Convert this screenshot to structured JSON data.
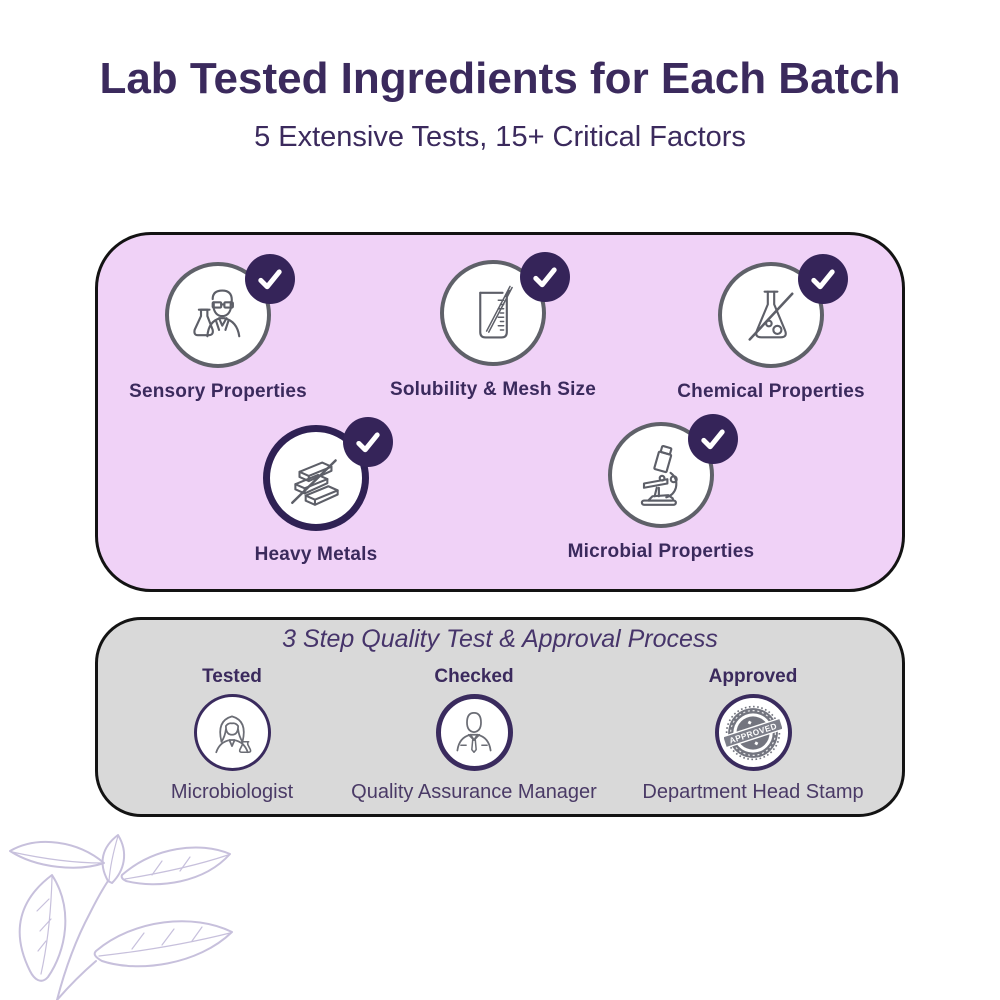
{
  "page": {
    "title": "Lab Tested Ingredients for Each Batch",
    "subtitle": "5 Extensive Tests, 15+ Critical Factors"
  },
  "colors": {
    "heading_purple": "#3b2a5d",
    "badge_purple": "#352459",
    "tests_panel_bg": "#f0d2f7",
    "process_panel_bg": "#d9d9d9",
    "panel_border": "#131313",
    "icon_ring_gray": "#5f6169",
    "leaf_lavender": "#c7c0dc",
    "stamp_gray": "#73757f"
  },
  "tests_panel": {
    "items": [
      {
        "label": "Sensory Properties",
        "icon": "scientist-icon",
        "checked": true
      },
      {
        "label": "Solubility & Mesh Size",
        "icon": "beaker-icon",
        "checked": true
      },
      {
        "label": "Chemical Properties",
        "icon": "chemical-flask-icon",
        "checked": true
      },
      {
        "label": "Heavy Metals",
        "icon": "metal-ingots-icon",
        "checked": true
      },
      {
        "label": "Microbial Properties",
        "icon": "microscope-icon",
        "checked": true
      }
    ]
  },
  "process_panel": {
    "heading": "3 Step Quality Test & Approval Process",
    "steps": [
      {
        "step": "Tested",
        "role": "Microbiologist",
        "icon": "microbiologist-icon"
      },
      {
        "step": "Checked",
        "role": "Quality Assurance Manager",
        "icon": "qa-manager-icon"
      },
      {
        "step": "Approved",
        "role": "Department Head Stamp",
        "icon": "approved-stamp-icon",
        "stamp_text": "APPROVED"
      }
    ]
  }
}
